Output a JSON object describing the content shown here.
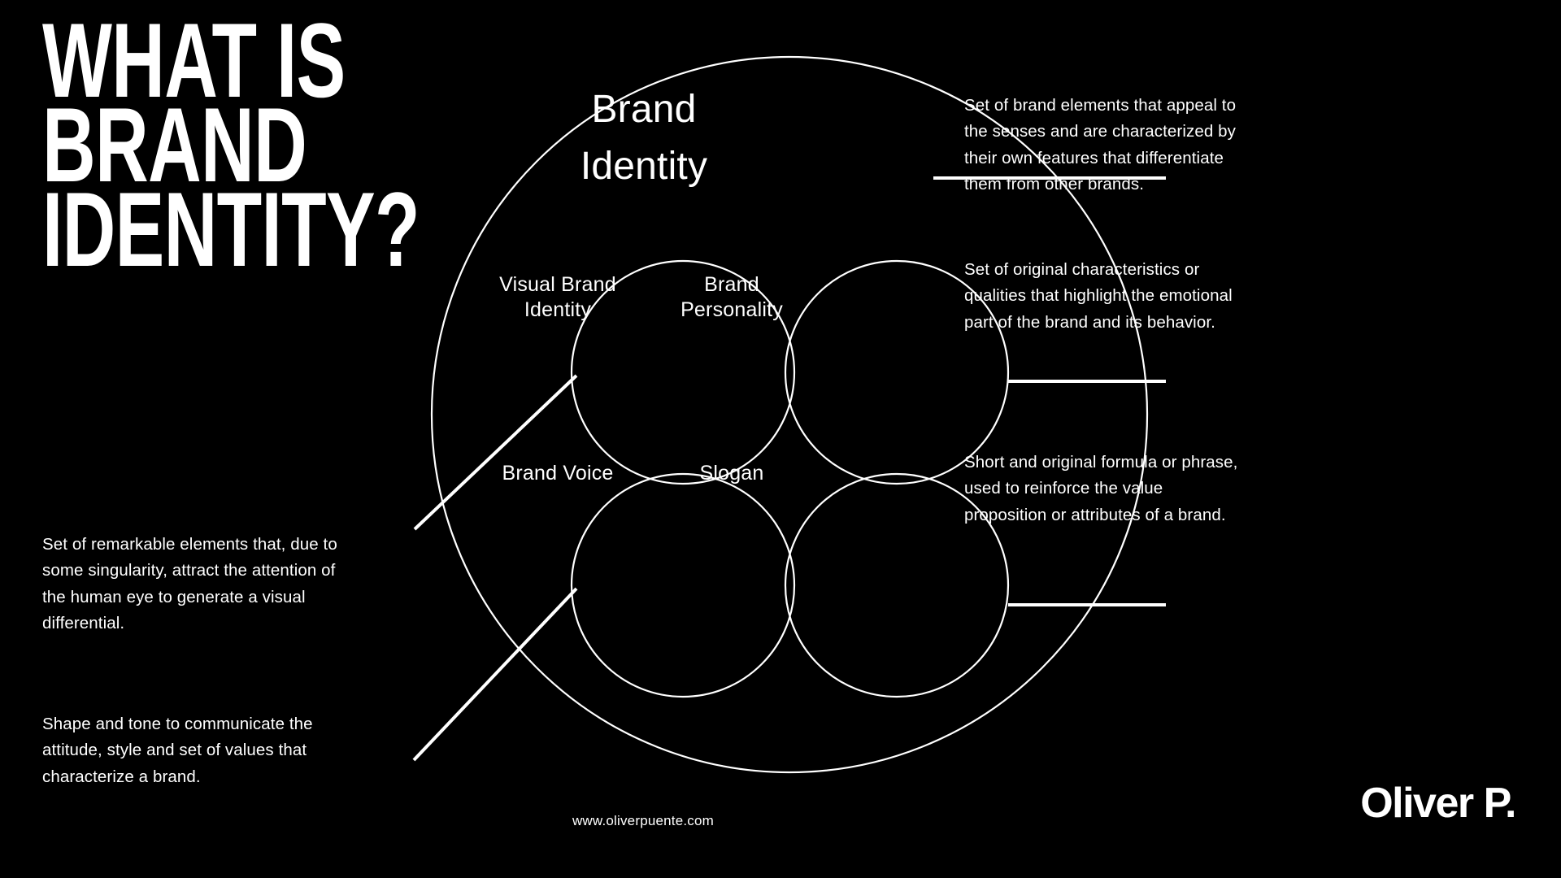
{
  "theme": {
    "background": "#000000",
    "foreground": "#ffffff",
    "stroke": "#ffffff"
  },
  "headline": {
    "lines": [
      "WHAT IS",
      "BRAND",
      "IDENTITY?"
    ],
    "full_text": "WHAT IS BRAND IDENTITY?"
  },
  "left_descriptions": [
    {
      "id": "visual-brand-identity",
      "text": "Set of remarkable elements that, due to some singularity, attract the attention of the human eye to generate a visual differential."
    },
    {
      "id": "brand-voice",
      "text": "Shape and tone to communicate the attitude, style and set of values that characterize a brand."
    }
  ],
  "right_descriptions": [
    {
      "id": "brand-identity",
      "text": "Set of brand elements that appeal to the senses and are characterized by their own features that differentiate them from other brands."
    },
    {
      "id": "brand-personality",
      "text": "Set of original characteristics or qualities that highlight the emotional part of the brand and its behavior."
    },
    {
      "id": "slogan",
      "text": "Short and original formula or phrase, used to reinforce the value proposition or attributes of a brand."
    }
  ],
  "diagram": {
    "outer_label": "Brand\nIdentity",
    "outer_label_lines": [
      "Brand",
      "Identity"
    ],
    "nodes": [
      {
        "id": "visual-brand-identity",
        "label_lines": [
          "Visual Brand",
          "Identity"
        ],
        "label": "Visual Brand Identity"
      },
      {
        "id": "brand-personality",
        "label_lines": [
          "Brand",
          "Personality"
        ],
        "label": "Brand Personality"
      },
      {
        "id": "brand-voice",
        "label_lines": [
          "Brand Voice"
        ],
        "label": "Brand Voice"
      },
      {
        "id": "slogan",
        "label_lines": [
          "Slogan"
        ],
        "label": "Slogan"
      }
    ]
  },
  "footer": {
    "website": "www.oliverpuente.com",
    "logo_text": "Oliver P."
  }
}
